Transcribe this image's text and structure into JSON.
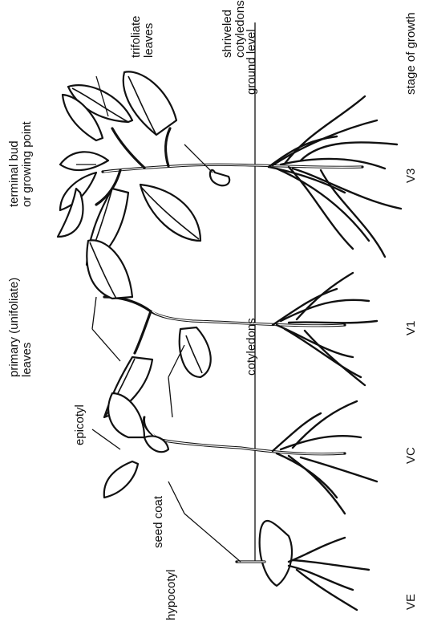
{
  "labels": {
    "trifoliate_leaves": "trifoliate\nleaves",
    "shriveled_cotyledons": "shriveled\ncotyledons",
    "ground_level": "ground level",
    "stage_of_growth": "stage of growth",
    "terminal_bud": "terminal bud\nor growing point",
    "primary_leaves": "primary (unifoliate)\nleaves",
    "cotyledons": "cotyledons",
    "epicotyl": "epicotyl",
    "seed_coat": "seed coat",
    "hypocotyl": "hypocotyl"
  },
  "stages": [
    "V3",
    "V1",
    "VC",
    "VE"
  ]
}
